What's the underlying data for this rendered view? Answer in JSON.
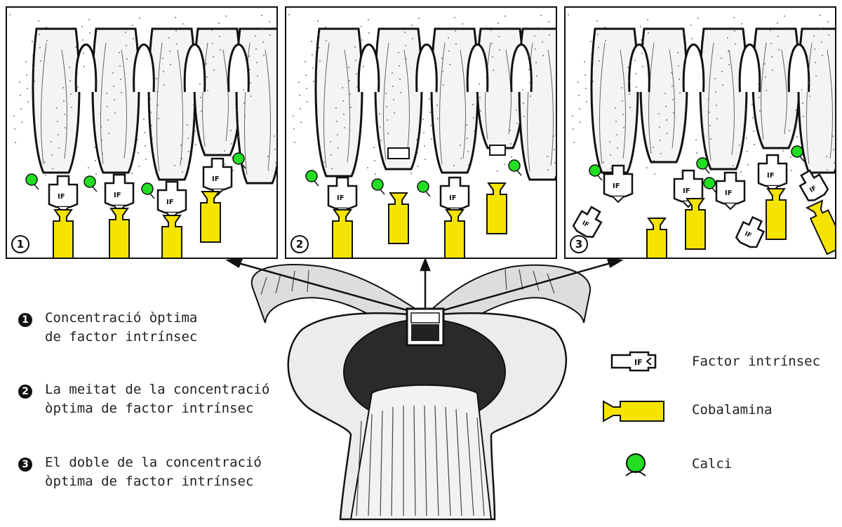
{
  "panels": [
    {
      "number": "1"
    },
    {
      "number": "2"
    },
    {
      "number": "3"
    }
  ],
  "captions": [
    {
      "number": "1",
      "line1": "Concentració òptima",
      "line2": "de factor intrínsec"
    },
    {
      "number": "2",
      "line1": "La meitat de la concentració",
      "line2": "òptima de factor intrínsec"
    },
    {
      "number": "3",
      "line1": "El doble de la concentració",
      "line2": "òptima de factor intrínsec"
    }
  ],
  "legend": {
    "if_label": "Factor intrínsec",
    "cbl_label": "Cobalamina",
    "ca_label": "Calci",
    "if_glyph_text": "IF"
  },
  "colors": {
    "cobalamin": "#f5e400",
    "calcium": "#22dd22",
    "outline": "#111111",
    "tissue": "#f4f4f4"
  }
}
